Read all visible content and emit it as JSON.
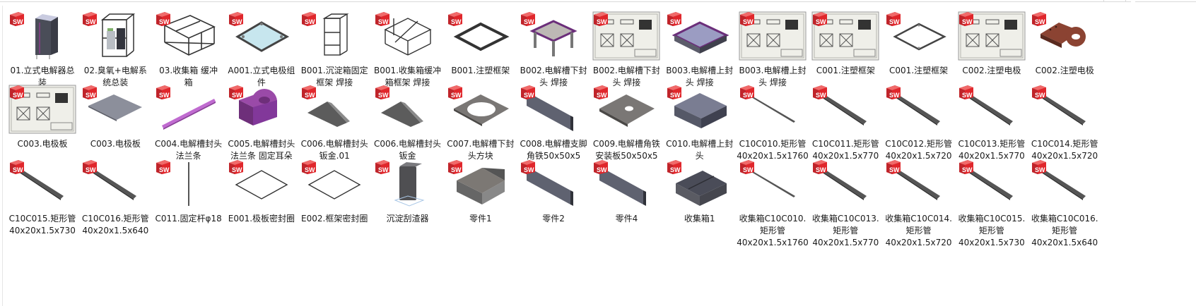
{
  "view": "large-icons",
  "badge": {
    "icon": "solidworks-icon",
    "text": "SW",
    "color": "#d9262b"
  },
  "files": [
    {
      "name": "01.立式电解器总装",
      "lines": [
        "01.立式电解器总",
        "装"
      ],
      "thumb": "tower-assembly"
    },
    {
      "name": "02.臭氧+电解系统总装",
      "lines": [
        "02.臭氧+电解系",
        "统总装"
      ],
      "thumb": "frame-with-units"
    },
    {
      "name": "03.收集箱 缓冲箱",
      "lines": [
        "03.收集箱 缓冲",
        "箱"
      ],
      "thumb": "wire-box"
    },
    {
      "name": "A001.立式电极组件",
      "lines": [
        "A001.立式电极组",
        "件"
      ],
      "thumb": "flat-frame-glass"
    },
    {
      "name": "B001.沉淀箱固定框架 焊接",
      "lines": [
        "B001.沉淀箱固定",
        "框架 焊接"
      ],
      "thumb": "tall-frame"
    },
    {
      "name": "B001.收集箱缓冲箱框架 焊接",
      "lines": [
        "B001.收集箱缓冲",
        "箱框架 焊接"
      ],
      "thumb": "wire-frame-angled"
    },
    {
      "name": "B001.注塑框架",
      "lines": [
        "B001.注塑框架"
      ],
      "thumb": "square-frame-dark"
    },
    {
      "name": "B002.电解槽下封头 焊接",
      "lines": [
        "B002.电解槽下封",
        "头 焊接"
      ],
      "thumb": "tray-legs"
    },
    {
      "name": "B002.电解槽下封头 焊接",
      "lines": [
        "B002.电解槽下封",
        "头 焊接"
      ],
      "thumb": "drawing"
    },
    {
      "name": "B003.电解槽上封头 焊接",
      "lines": [
        "B003.电解槽上封",
        "头 焊接"
      ],
      "thumb": "tray-purple"
    },
    {
      "name": "B003.电解槽上封头 焊接",
      "lines": [
        "B003.电解槽上封",
        "头 焊接"
      ],
      "thumb": "drawing"
    },
    {
      "name": "C001.注塑框架",
      "lines": [
        "C001.注塑框架"
      ],
      "thumb": "drawing"
    },
    {
      "name": "C001.注塑框架",
      "lines": [
        "C001.注塑框架"
      ],
      "thumb": "square-frame-thin"
    },
    {
      "name": "C002.注塑电极",
      "lines": [
        "C002.注塑电极"
      ],
      "thumb": "drawing"
    },
    {
      "name": "C002.注塑电极",
      "lines": [
        "C002.注塑电极"
      ],
      "thumb": "brown-tab"
    },
    {
      "name": "C003.电极板",
      "lines": [
        "C003.电极板"
      ],
      "thumb": "drawing"
    },
    {
      "name": "C003.电极板",
      "lines": [
        "C003.电极板"
      ],
      "thumb": "flat-plate"
    },
    {
      "name": "C004.电解槽封头法兰条",
      "lines": [
        "C004.电解槽封头",
        "法兰条"
      ],
      "thumb": "purple-bar"
    },
    {
      "name": "C005.电解槽封头法兰条 固定耳朵",
      "lines": [
        "C005.电解槽封头",
        "法兰条 固定耳朵"
      ],
      "thumb": "purple-block"
    },
    {
      "name": "C006.电解槽封头钣金.01",
      "lines": [
        "C006.电解槽封头",
        "钣金.01"
      ],
      "thumb": "sheet-wedge"
    },
    {
      "name": "C006.电解槽封头钣金",
      "lines": [
        "C006.电解槽封头",
        "钣金"
      ],
      "thumb": "sheet-wedge"
    },
    {
      "name": "C007.电解槽下封头方块",
      "lines": [
        "C007.电解槽下封",
        "头方块"
      ],
      "thumb": "plate-hole-large"
    },
    {
      "name": "C008.电解槽支脚角铁50x50x5",
      "lines": [
        "C008.电解槽支脚",
        "角铁50x50x5"
      ],
      "thumb": "angle-iron"
    },
    {
      "name": "C009.电解槽角铁安装板50x50x5",
      "lines": [
        "C009.电解槽角铁",
        "安装板50x50x5"
      ],
      "thumb": "plate-hole-small"
    },
    {
      "name": "C010.电解槽上封头",
      "lines": [
        "C010.电解槽上封",
        "头"
      ],
      "thumb": "shallow-tray"
    },
    {
      "name": "C10C010.矩形管40x20x1.5x1760",
      "lines": [
        "C10C010.矩形管",
        "40x20x1.5x1760"
      ],
      "thumb": "tube-thin"
    },
    {
      "name": "C10C011.矩形管40x20x1.5x770",
      "lines": [
        "C10C011.矩形管",
        "40x20x1.5x770"
      ],
      "thumb": "tube"
    },
    {
      "name": "C10C012.矩形管40x20x1.5x720",
      "lines": [
        "C10C012.矩形管",
        "40x20x1.5x720"
      ],
      "thumb": "tube"
    },
    {
      "name": "C10C013.矩形管40x20x1.5x770",
      "lines": [
        "C10C013.矩形管",
        "40x20x1.5x770"
      ],
      "thumb": "tube"
    },
    {
      "name": "C10C014.矩形管40x20x1.5x720",
      "lines": [
        "C10C014.矩形管",
        "40x20x1.5x720"
      ],
      "thumb": "tube"
    },
    {
      "name": "C10C015.矩形管40x20x1.5x730",
      "lines": [
        "C10C015.矩形管",
        "40x20x1.5x730"
      ],
      "thumb": "tube"
    },
    {
      "name": "C10C016.矩形管40x20x1.5x640",
      "lines": [
        "C10C016.矩形管",
        "40x20x1.5x640"
      ],
      "thumb": "tube"
    },
    {
      "name": "C011.固定杆φ18",
      "lines": [
        "C011.固定杆φ18"
      ],
      "thumb": "rod"
    },
    {
      "name": "E001.极板密封圈",
      "lines": [
        "E001.极板密封圈"
      ],
      "thumb": "diamond-outline"
    },
    {
      "name": "E002.框架密封圈",
      "lines": [
        "E002.框架密封圈"
      ],
      "thumb": "diamond-outline"
    },
    {
      "name": "沉淀刮渣器",
      "lines": [
        "沉淀刮渣器"
      ],
      "thumb": "scraper"
    },
    {
      "name": "零件1",
      "lines": [
        "零件1"
      ],
      "thumb": "u-channel"
    },
    {
      "name": "零件2",
      "lines": [
        "零件2"
      ],
      "thumb": "angle-iron"
    },
    {
      "name": "零件4",
      "lines": [
        "零件4"
      ],
      "thumb": "angle-iron"
    },
    {
      "name": "收集箱1",
      "lines": [
        "收集箱1"
      ],
      "thumb": "open-box"
    },
    {
      "name": "收集箱C10C010.矩形管40x20x1.5x1760",
      "lines": [
        "收集箱C10C010.",
        "矩形管",
        "40x20x1.5x1760"
      ],
      "thumb": "tube-thin"
    },
    {
      "name": "收集箱C10C013.矩形管40x20x1.5x770",
      "lines": [
        "收集箱C10C013.",
        "矩形管",
        "40x20x1.5x770"
      ],
      "thumb": "tube"
    },
    {
      "name": "收集箱C10C014.矩形管40x20x1.5x720",
      "lines": [
        "收集箱C10C014.",
        "矩形管",
        "40x20x1.5x720"
      ],
      "thumb": "tube"
    },
    {
      "name": "收集箱C10C015.矩形管40x20x1.5x730",
      "lines": [
        "收集箱C10C015.",
        "矩形管",
        "40x20x1.5x730"
      ],
      "thumb": "tube"
    },
    {
      "name": "收集箱C10C016.矩形管40x20x1.5x640",
      "lines": [
        "收集箱C10C016.",
        "矩形管",
        "40x20x1.5x640"
      ],
      "thumb": "tube"
    }
  ]
}
